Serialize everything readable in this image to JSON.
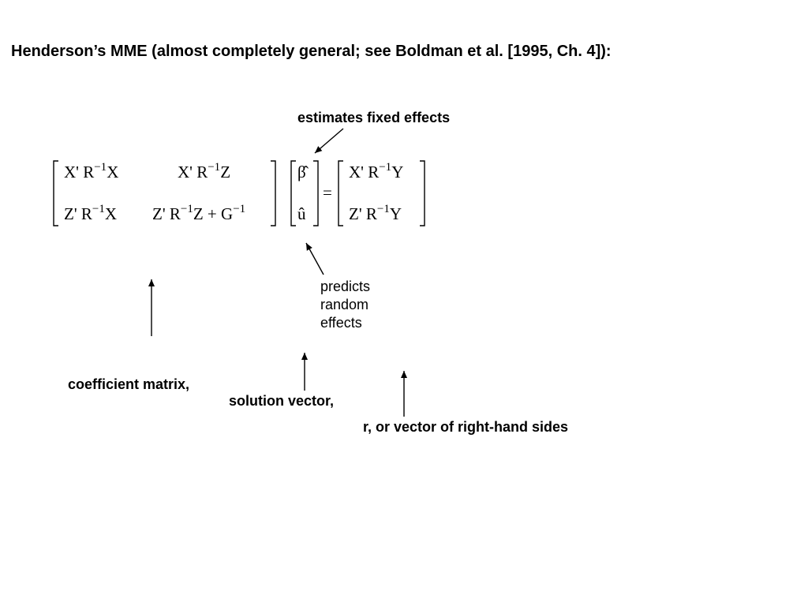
{
  "title": "Henderson’s MME (almost completely general; see Boldman et al. [1995, Ch. 4]):",
  "labels": {
    "estimates": "estimates fixed effects",
    "predicts": [
      "predicts",
      "random",
      "effects"
    ],
    "coefficient": "coefficient matrix,",
    "solution": "solution vector,",
    "rhs": "r, or vector of right-hand sides"
  },
  "equation": {
    "coef": {
      "r1c1": {
        "base": "X' R",
        "exp": "−1",
        "tail": "X"
      },
      "r1c2": {
        "base": "X' R",
        "exp": "−1",
        "tail": "Z"
      },
      "r2c1": {
        "base": "Z' R",
        "exp": "−1",
        "tail": "X"
      },
      "r2c2": {
        "base": "Z' R",
        "exp": "−1",
        "tail": "Z + G",
        "exp2": "−1"
      }
    },
    "solution": {
      "beta": "β̂",
      "u": "û"
    },
    "equals": "=",
    "rhs": {
      "r1": {
        "base": "X' R",
        "exp": "−1",
        "tail": "Y"
      },
      "r2": {
        "base": "Z' R",
        "exp": "−1",
        "tail": "Y"
      }
    }
  }
}
